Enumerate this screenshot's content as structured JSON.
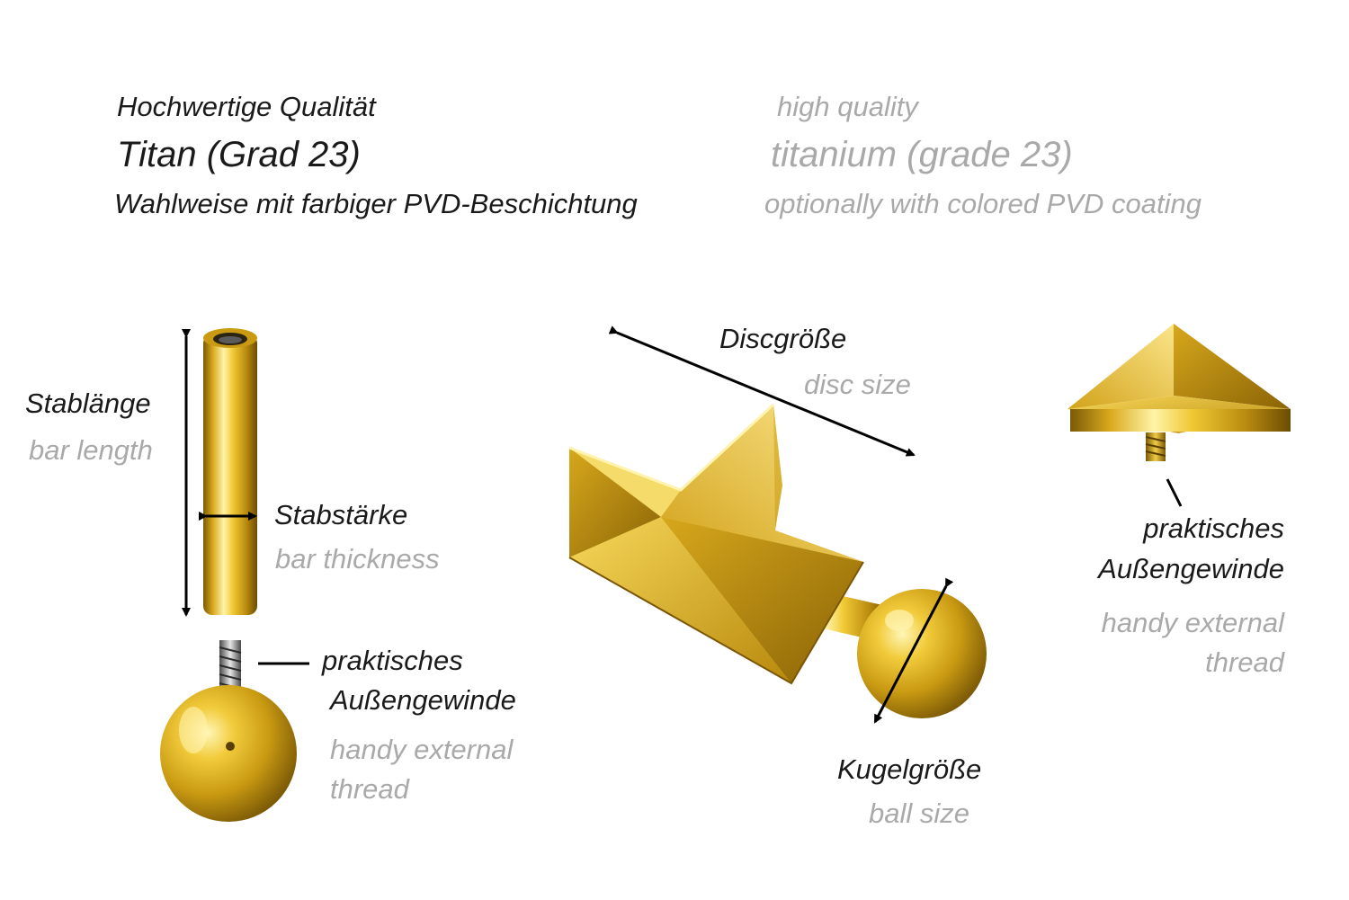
{
  "header": {
    "de": {
      "quality": "Hochwertige Qualität",
      "material": "Titan (Grad 23)",
      "coating": "Wahlweise mit farbiger PVD-Beschichtung"
    },
    "en": {
      "quality": "high quality",
      "material": "titanium (grade 23)",
      "coating": "optionally with colored PVD coating"
    }
  },
  "labels": {
    "bar_length": {
      "de": "Stablänge",
      "en": "bar length"
    },
    "bar_thickness": {
      "de": "Stabstärke",
      "en": "bar thickness"
    },
    "thread_left": {
      "de_1": "praktisches",
      "de_2": "Außengewinde",
      "en_1": "handy external",
      "en_2": "thread"
    },
    "disc_size": {
      "de": "Discgröße",
      "en": "disc size"
    },
    "ball_size": {
      "de": "Kugelgröße",
      "en": "ball size"
    },
    "thread_right": {
      "de_1": "praktisches",
      "de_2": "Außengewinde",
      "en_1": "handy external",
      "en_2": "thread"
    }
  },
  "colors": {
    "german_text": "#1a1a1a",
    "english_text": "#a9a9a9",
    "gold": "#e0b21c"
  }
}
